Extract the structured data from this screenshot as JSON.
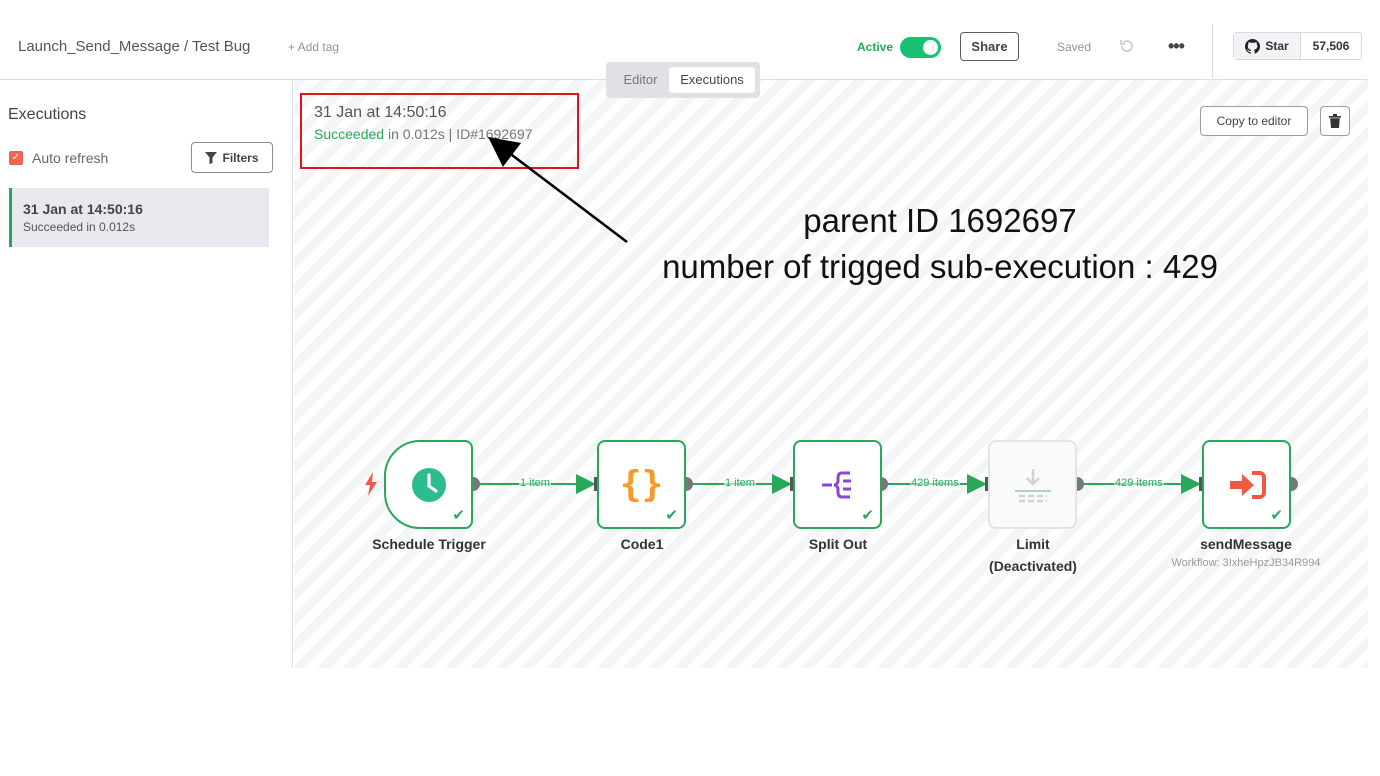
{
  "header": {
    "workflow_name": "Launch_Send_Message / Test Bug",
    "add_tag": "+ Add tag",
    "active_label": "Active",
    "share_label": "Share",
    "saved_label": "Saved",
    "github_star_label": "Star",
    "github_star_count": "57,506"
  },
  "tabs": {
    "editor": "Editor",
    "executions": "Executions"
  },
  "sidebar": {
    "title": "Executions",
    "auto_refresh_label": "Auto refresh",
    "filters_label": "Filters",
    "executions": [
      {
        "date": "31 Jan at 14:50:16",
        "status": "Succeeded in 0.012s"
      }
    ]
  },
  "execution_detail": {
    "date": "31 Jan at 14:50:16",
    "status": "Succeeded",
    "duration": "in 0.012s | ID#1692697",
    "copy_to_editor": "Copy to editor"
  },
  "annotation": {
    "line1": "parent ID 1692697",
    "line2": "number of trigged sub-execution : 429"
  },
  "nodes": [
    {
      "name": "Schedule Trigger",
      "icon": "clock-icon"
    },
    {
      "name": "Code1",
      "icon": "code-braces-icon"
    },
    {
      "name": "Split Out",
      "icon": "split-out-icon"
    },
    {
      "name": "Limit",
      "sub": "(Deactivated)",
      "icon": "limit-icon"
    },
    {
      "name": "sendMessage",
      "sub": "Workflow: 3IxheHpzJB34R994",
      "icon": "execute-workflow-icon"
    }
  ],
  "edges": [
    {
      "label": "1 item"
    },
    {
      "label": "1 item"
    },
    {
      "label": "429 items"
    },
    {
      "label": "429 items"
    }
  ],
  "colors": {
    "success": "#29a85b",
    "annotation_box": "#e0141b",
    "toggle_on": "#16c172",
    "trigger_icon": "#2bbd8e",
    "code_icon": "#f79a28",
    "split_icon": "#8a46d4",
    "send_icon": "#ef5a45"
  }
}
